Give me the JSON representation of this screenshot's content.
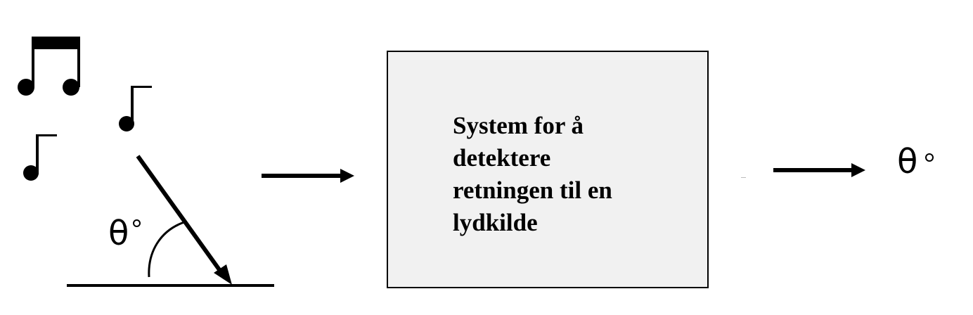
{
  "system_label": "System for å detektere retningen til en lydkilde",
  "input_angle_symbol": "θ",
  "output_angle_symbol": "θ",
  "colors": {
    "box_fill": "#f1f1f1",
    "stroke": "#000000"
  },
  "icons": [
    "beamed-eighth-notes-icon",
    "eighth-note-icon",
    "eighth-note-icon"
  ]
}
